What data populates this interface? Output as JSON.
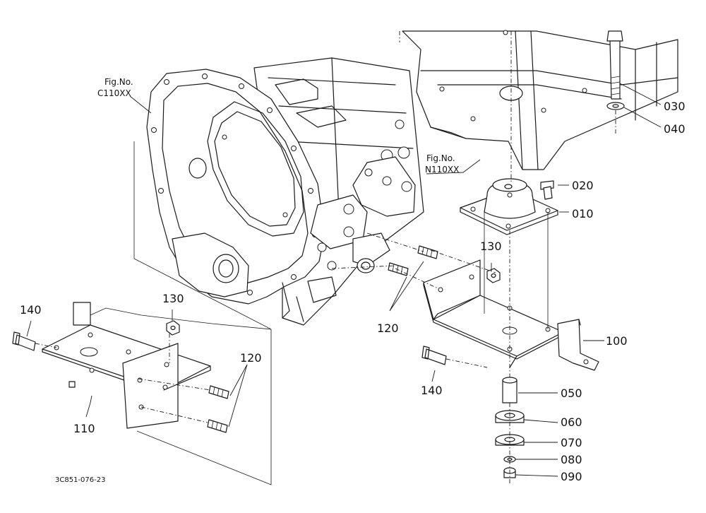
{
  "figure_refs": [
    {
      "line1": "Fig.No.",
      "line2": "C110XX"
    },
    {
      "line1": "Fig.No.",
      "line2": "N110XX"
    }
  ],
  "part_labels": [
    "010",
    "020",
    "030",
    "040",
    "050",
    "060",
    "070",
    "080",
    "090",
    "100",
    "110",
    "120",
    "120",
    "130",
    "130",
    "140",
    "140"
  ],
  "drawing_code": "3C851-076-23"
}
